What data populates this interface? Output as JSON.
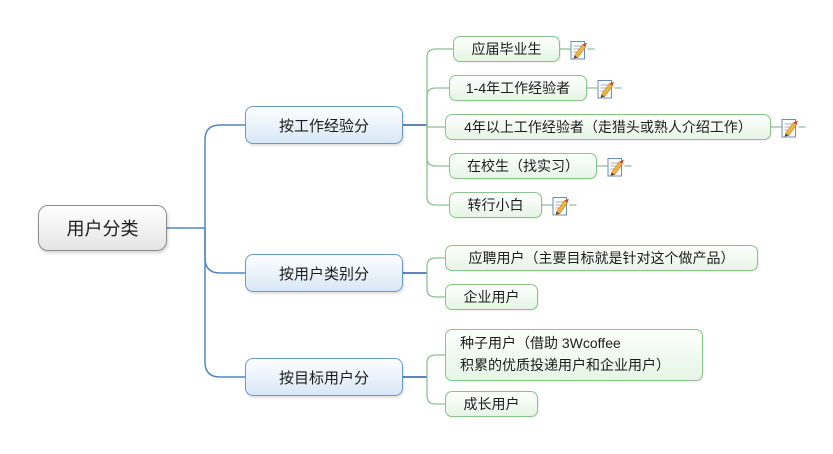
{
  "diagram_title": "用户分类",
  "root": {
    "label": "用户分类"
  },
  "branches": [
    {
      "label": "按工作经验分",
      "children": [
        {
          "label": "应届毕业生",
          "has_note": true
        },
        {
          "label": "1-4年工作经验者",
          "has_note": true
        },
        {
          "label": "4年以上工作经验者（走猎头或熟人介绍工作）",
          "has_note": true
        },
        {
          "label": "在校生（找实习）",
          "has_note": true
        },
        {
          "label": "转行小白",
          "has_note": true
        }
      ]
    },
    {
      "label": "按用户类别分",
      "children": [
        {
          "label": "应聘用户（主要目标就是针对这个做产品）",
          "has_note": false
        },
        {
          "label": "企业用户",
          "has_note": false
        }
      ]
    },
    {
      "label": "按目标用户分",
      "children": [
        {
          "label": "种子用户（借助 3Wcoffee\n积累的优质投递用户和企业用户）",
          "has_note": false
        },
        {
          "label": "成长用户",
          "has_note": false
        }
      ]
    }
  ],
  "icons": {
    "note": "note-icon (page with pencil)"
  },
  "colors": {
    "root_border": "#8c8c8c",
    "branch_border": "#6b97cf",
    "branch_fill_bottom": "#d9e7f6",
    "leaf_border": "#8ac48a",
    "leaf_fill_bottom": "#e6f4e6",
    "wire_blue": "#5585c5",
    "wire_blue_dark": "#2d5f9f",
    "wire_green": "#8fbf96",
    "background": "#ffffff"
  }
}
